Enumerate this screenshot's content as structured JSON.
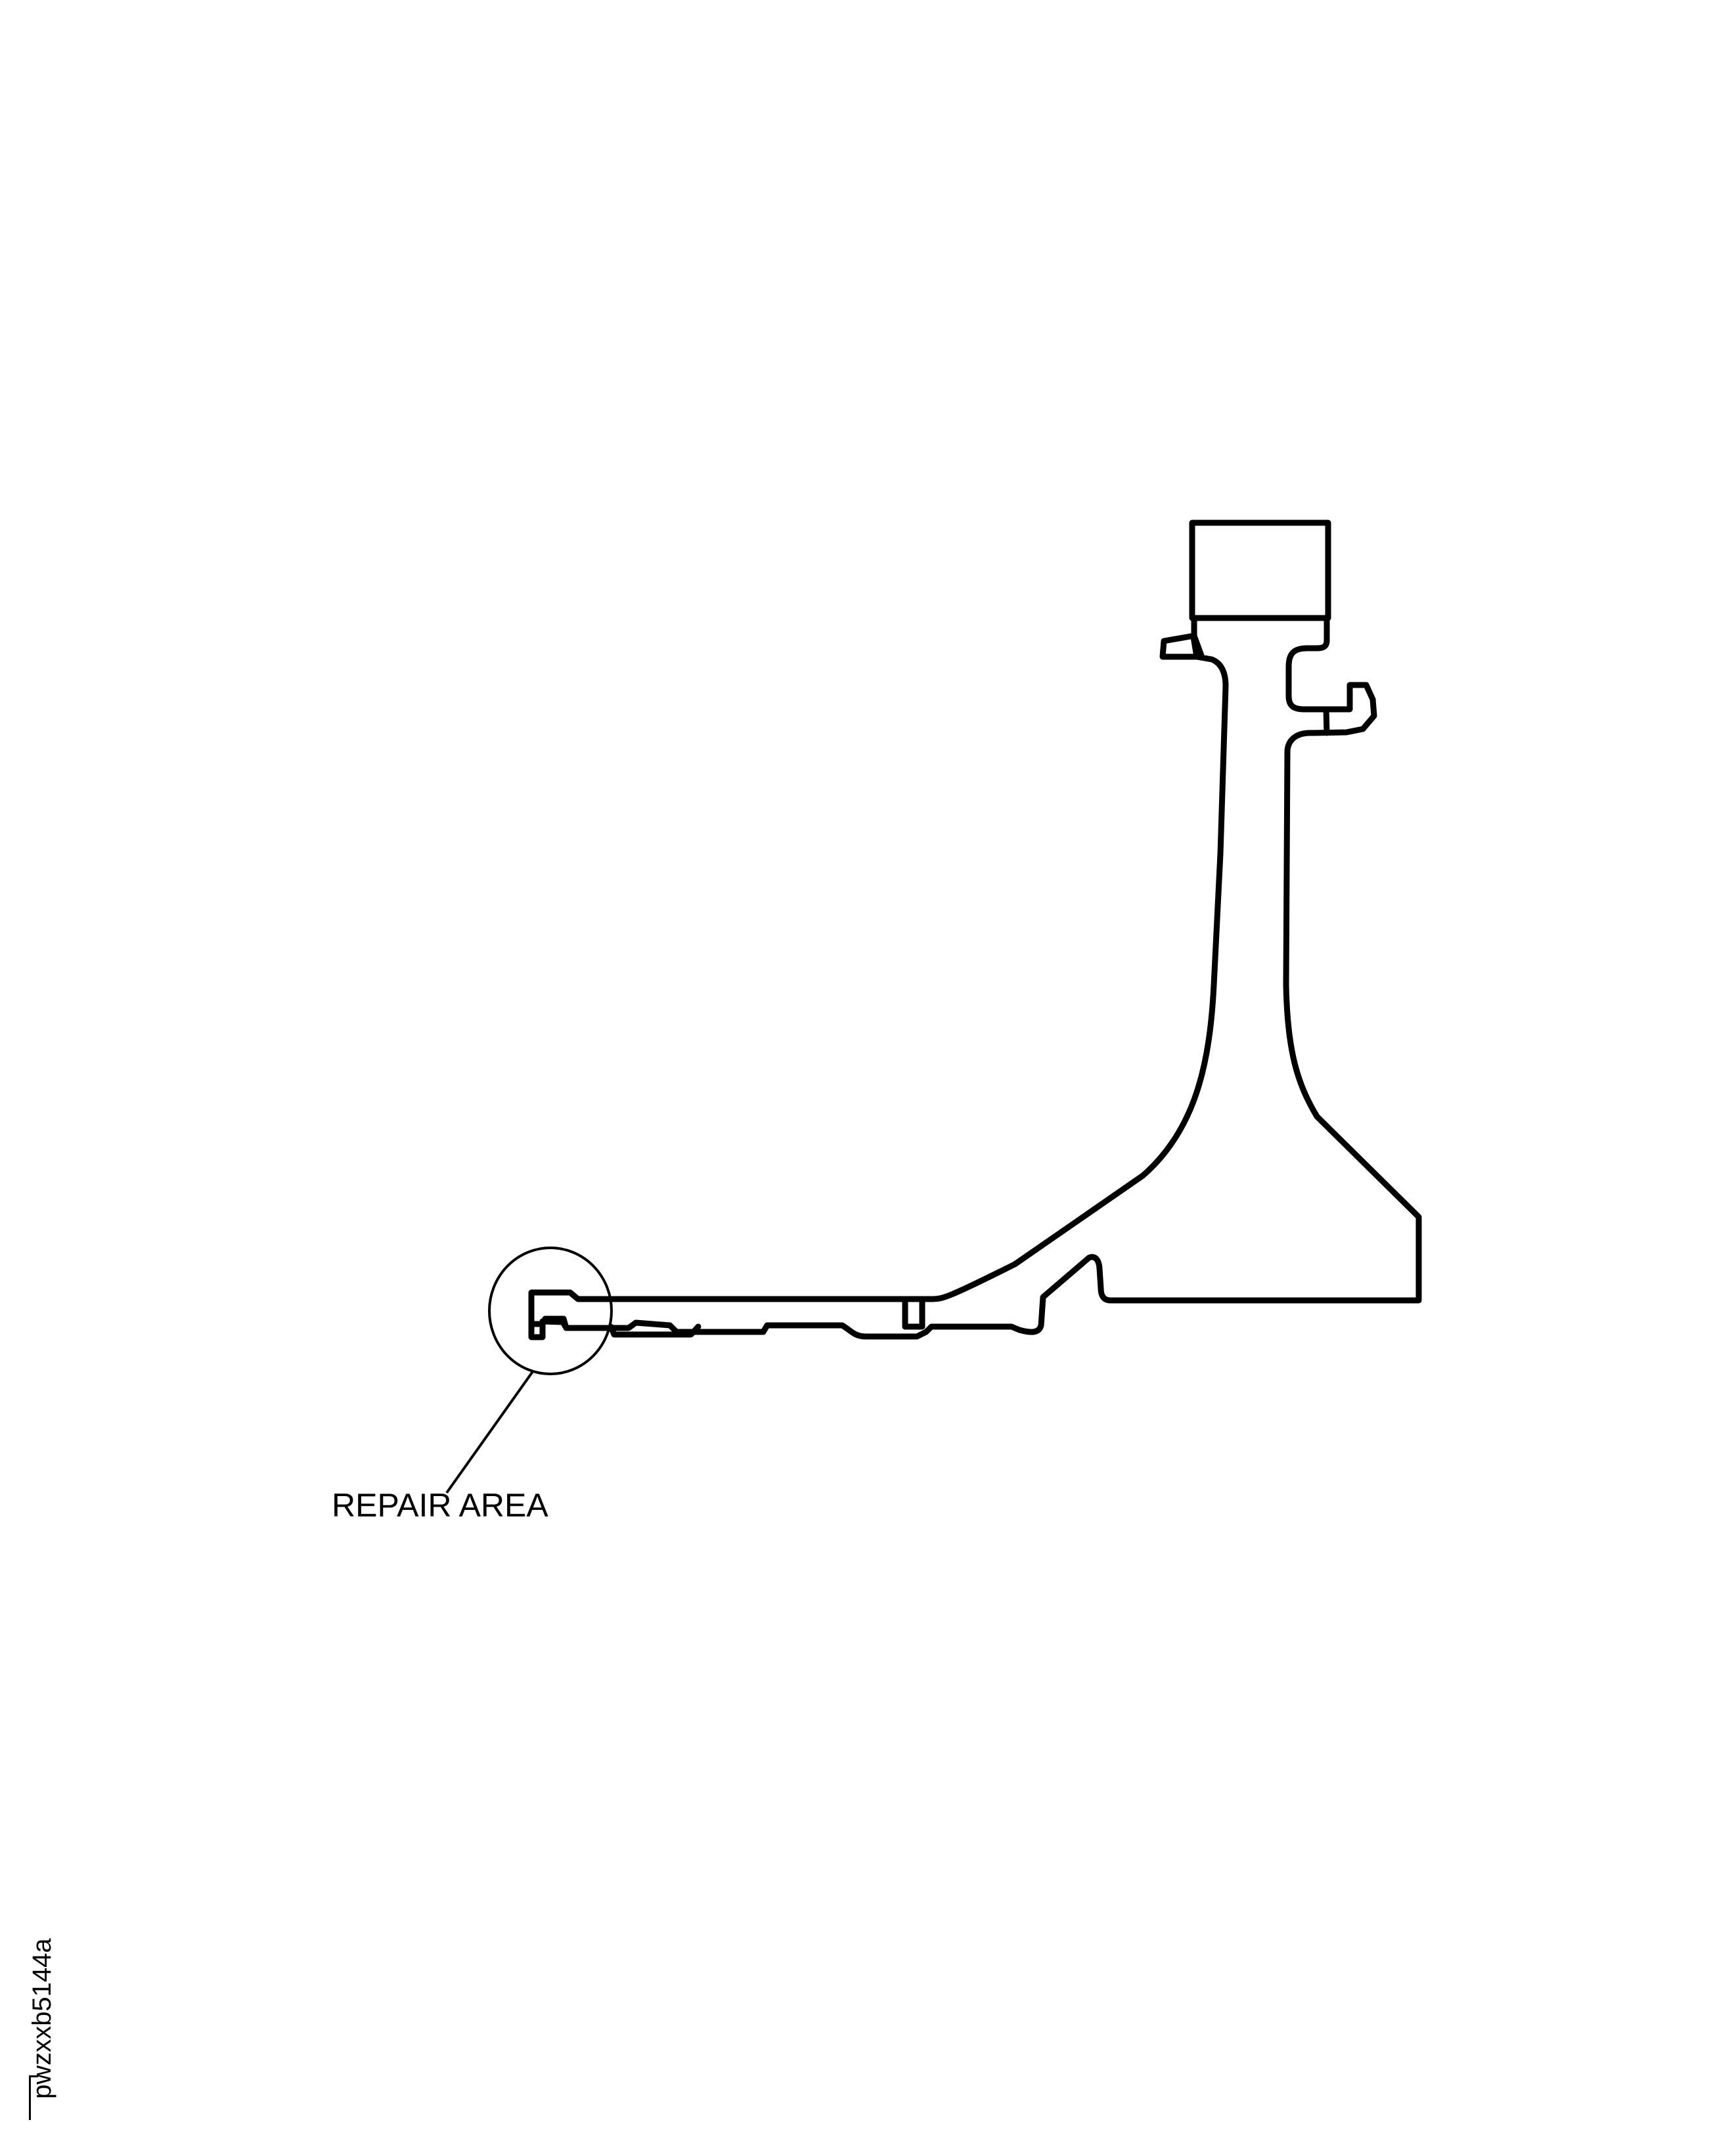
{
  "figure": {
    "type": "technical-illustration",
    "subject": "part cross-section",
    "callout": {
      "label": "REPAIR AREA",
      "indicator": "circle"
    },
    "figure_id": "pwzxxb5144a"
  },
  "colors": {
    "line": "#000000",
    "background": "#ffffff"
  }
}
